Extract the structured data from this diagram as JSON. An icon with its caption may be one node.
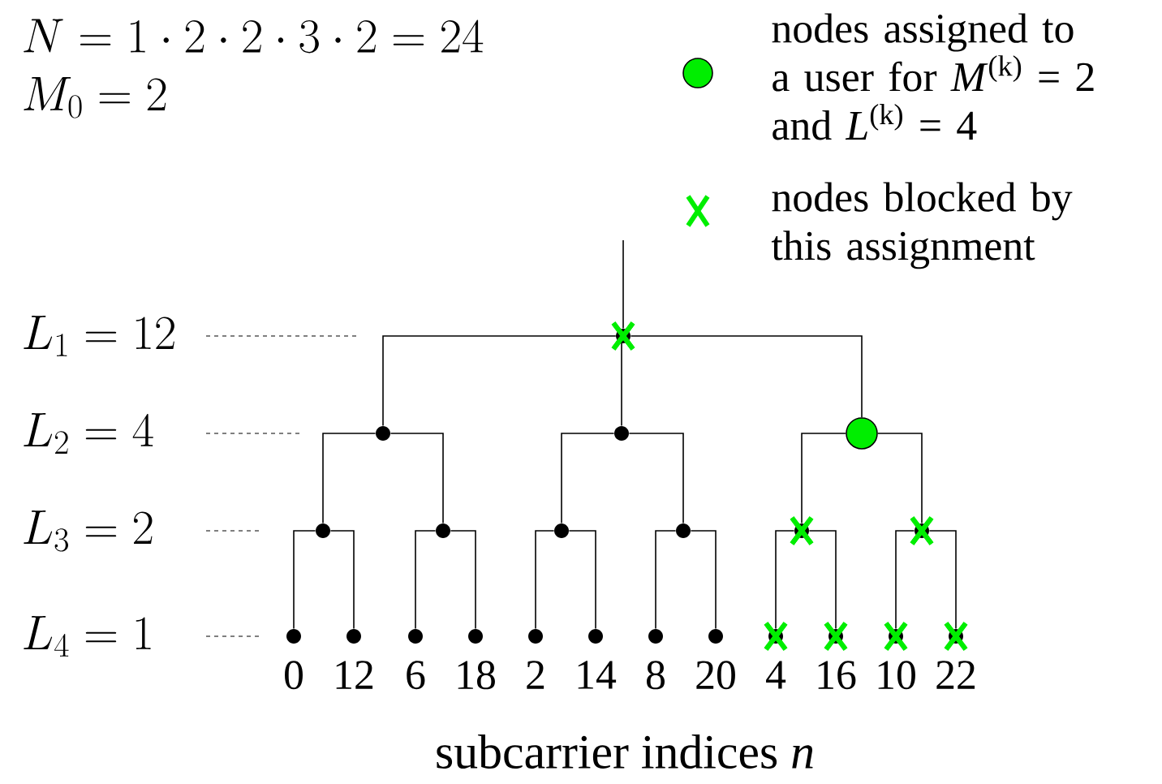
{
  "diagram": {
    "nodes": [
      {
        "text": [],
        "shape": "cross"
      },
      {
        "text": [],
        "shape": "dot"
      },
      {
        "text": [],
        "shape": "dot"
      },
      {
        "text": [],
        "shape": "circle"
      },
      {
        "text": [],
        "shape": "dot"
      },
      {
        "text": [],
        "shape": "dot"
      },
      {
        "text": [],
        "shape": "dot"
      },
      {
        "text": [],
        "shape": "dot"
      },
      {
        "text": [],
        "shape": "cross"
      },
      {
        "text": [],
        "shape": "cross"
      },
      {
        "text": [],
        "shape": "dot",
        "beside": [
          "0"
        ]
      },
      {
        "text": [],
        "shape": "dot",
        "beside": [
          "12"
        ]
      },
      {
        "text": [],
        "shape": "dot",
        "beside": [
          "6"
        ]
      },
      {
        "text": [],
        "shape": "dot",
        "beside": [
          "18"
        ]
      },
      {
        "text": [],
        "shape": "dot",
        "beside": [
          "2"
        ]
      },
      {
        "text": [],
        "shape": "dot",
        "beside": [
          "14"
        ]
      },
      {
        "text": [],
        "shape": "dot",
        "beside": [
          "8"
        ]
      },
      {
        "text": [],
        "shape": "dot",
        "beside": [
          "20"
        ]
      },
      {
        "text": [],
        "shape": "cross",
        "beside": [
          "4"
        ]
      },
      {
        "text": [],
        "shape": "cross",
        "beside": [
          "16"
        ]
      },
      {
        "text": [],
        "shape": "cross",
        "beside": [
          "10"
        ]
      },
      {
        "text": [],
        "shape": "cross",
        "beside": [
          "22"
        ]
      }
    ],
    "edges": [
      {
        "from": null,
        "to": 0,
        "arrow": "none"
      },
      {
        "from": 0,
        "to": 1,
        "arrow": "none"
      },
      {
        "from": 0,
        "to": 2,
        "arrow": "none"
      },
      {
        "from": 0,
        "to": 3,
        "arrow": "none"
      },
      {
        "from": 1,
        "to": 4,
        "arrow": "none"
      },
      {
        "from": 1,
        "to": 5,
        "arrow": "none"
      },
      {
        "from": 2,
        "to": 6,
        "arrow": "none"
      },
      {
        "from": 2,
        "to": 7,
        "arrow": "none"
      },
      {
        "from": 3,
        "to": 8,
        "arrow": "none"
      },
      {
        "from": 3,
        "to": 9,
        "arrow": "none"
      },
      {
        "from": 4,
        "to": 10,
        "arrow": "none"
      },
      {
        "from": 4,
        "to": 11,
        "arrow": "none"
      },
      {
        "from": 5,
        "to": 12,
        "arrow": "none"
      },
      {
        "from": 5,
        "to": 13,
        "arrow": "none"
      },
      {
        "from": 6,
        "to": 14,
        "arrow": "none"
      },
      {
        "from": 6,
        "to": 15,
        "arrow": "none"
      },
      {
        "from": 7,
        "to": 16,
        "arrow": "none"
      },
      {
        "from": 7,
        "to": 17,
        "arrow": "none"
      },
      {
        "from": 8,
        "to": 18,
        "arrow": "none"
      },
      {
        "from": 8,
        "to": 19,
        "arrow": "none"
      },
      {
        "from": 9,
        "to": 20,
        "arrow": "none"
      },
      {
        "from": 9,
        "to": 21,
        "arrow": "none"
      }
    ],
    "labels": [
      "N = 1 \\cdot 2 \\cdot 2 \\cdot 3 \\cdot 2 = 24",
      "M_0 = 2",
      "L_1 = 12",
      "L_2 = 4",
      "L_3 = 2",
      "L_4 = 1",
      "subcarrier indices *n*"
    ],
    "legend": [
      {
        "text": "nodes assigned to a user for *M*$^{(k)}$ = 2 and *L*$^{(k)}$ = 4"
      },
      {
        "text": "nodes blocked by this assignment"
      }
    ]
  }
}
